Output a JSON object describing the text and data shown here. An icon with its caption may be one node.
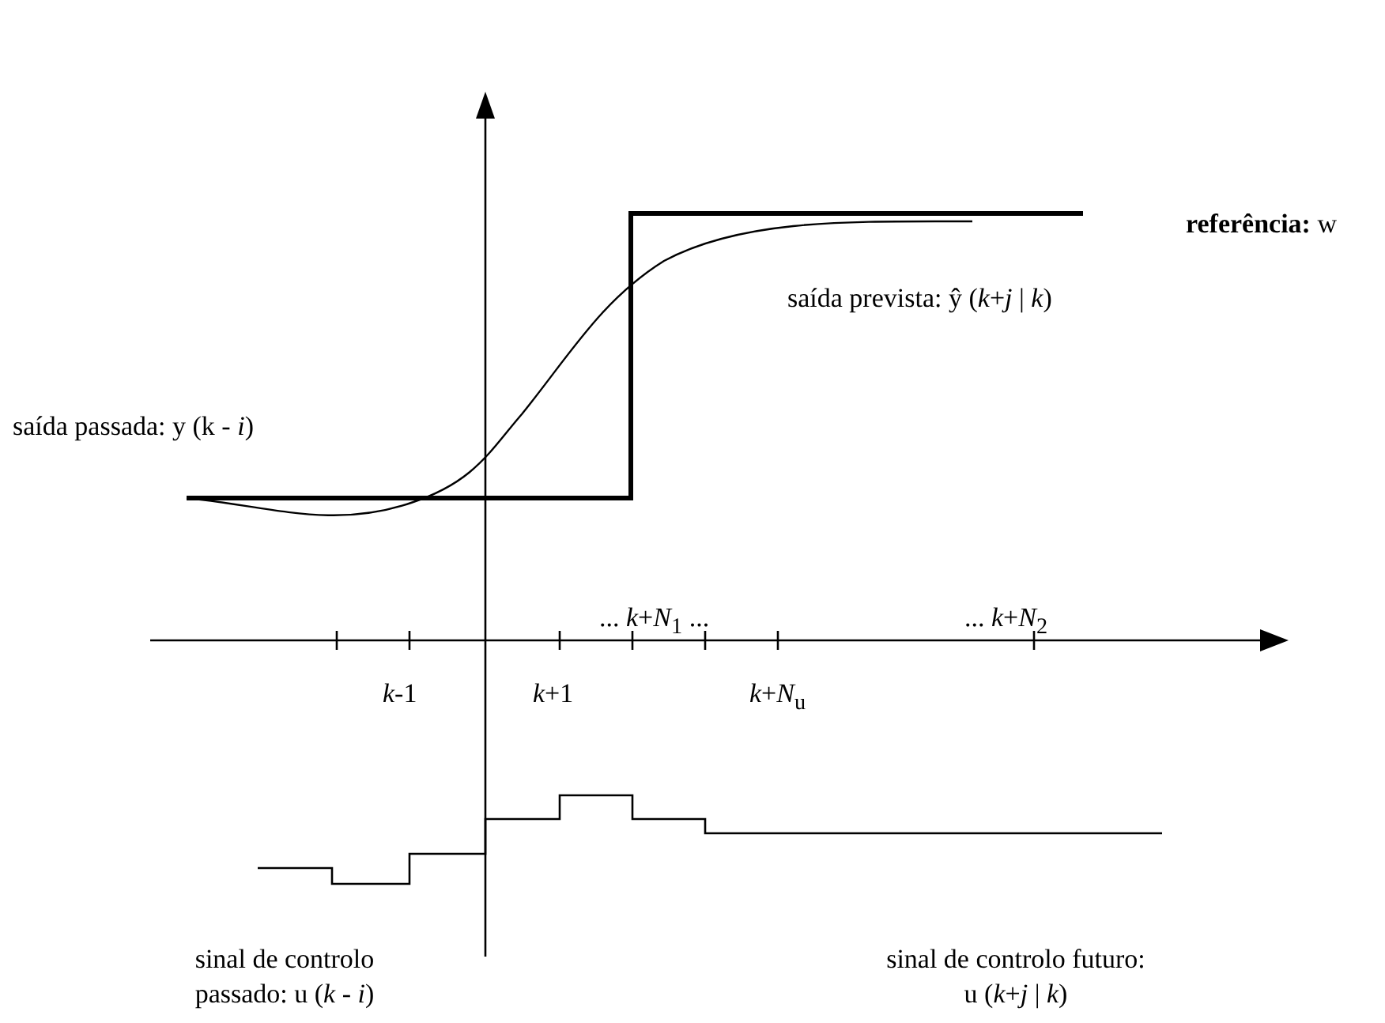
{
  "diagram": {
    "labels": [
      "**referência:** w",
      "saída prevista:  ŷ  (*k*+*j* | *k*)",
      "saída passada: y (k - *i*)",
      "... *k*+*N*$_{1}$ ...",
      "... *k*+*N*$_{2}$",
      "*k*-1",
      "*k*+1",
      "*k*+*N*$_{u}$",
      "sinal de controlo passado:  u (*k* - *i*)",
      "sinal de controlo futuro: u (*k*+*j* | *k*)"
    ]
  }
}
